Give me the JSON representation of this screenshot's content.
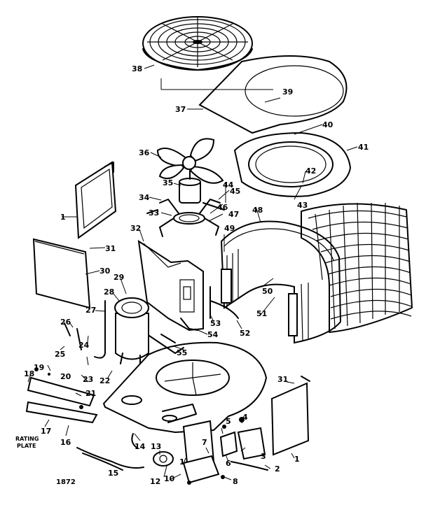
{
  "diagram": {
    "callouts": {
      "c1": "1",
      "c1b": "1",
      "c1c": "1",
      "c2": "2",
      "c3": "3",
      "c4": "4",
      "c5": "5",
      "c6": "6",
      "c7": "7",
      "c8": "8",
      "c10": "10",
      "c12": "12",
      "c13": "13",
      "c14": "14",
      "c15": "15",
      "c16": "16",
      "c17": "17",
      "c18": "18",
      "c19": "19",
      "c20": "20",
      "c21": "21",
      "c22": "22",
      "c23": "23",
      "c24": "24",
      "c25": "25",
      "c26": "26",
      "c27": "27",
      "c28": "28",
      "c29": "29",
      "c30": "30",
      "c31": "31",
      "c31b": "31",
      "c32": "32",
      "c33": "33",
      "c34": "34",
      "c35": "35",
      "c36": "36",
      "c37": "37",
      "c38": "38",
      "c39": "39",
      "c40": "40",
      "c41": "41",
      "c42": "42",
      "c43": "43",
      "c44": "44",
      "c45": "45",
      "c46": "46",
      "c47": "47",
      "c48": "48",
      "c49": "49",
      "c50": "50",
      "c51": "51",
      "c52": "52",
      "c53": "53",
      "c54": "54",
      "c55": "55"
    },
    "rating_plate_line1": "RATING",
    "rating_plate_line2": "PLATE",
    "drawing_code": "1872"
  }
}
